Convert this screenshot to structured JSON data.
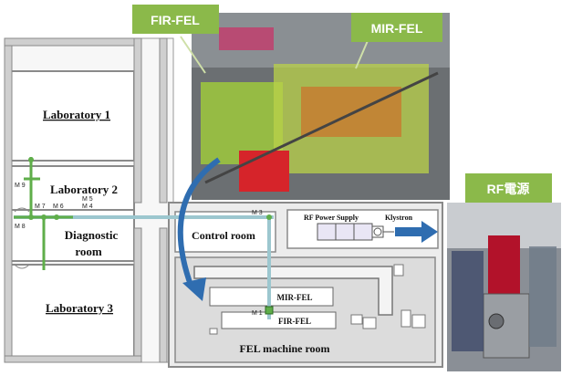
{
  "rooms": {
    "lab1": "Laboratory 1",
    "lab2": "Laboratory 2",
    "diag_line1": "Diagnostic",
    "diag_line2": "room",
    "lab3": "Laboratory 3",
    "control": "Control room",
    "machine": "FEL machine room"
  },
  "machine_lines": {
    "mir": "MIR-FEL",
    "fir": "FIR-FEL"
  },
  "rf": {
    "power_supply": "RF Power Supply",
    "klystron": "Klystron"
  },
  "photo_tags": {
    "fir": "FIR-FEL",
    "mir": "MIR-FEL",
    "rf": "RF電源"
  },
  "mirror_labels": {
    "m1": "M 1",
    "m3": "M 3",
    "m4": "M 4",
    "m5": "M 5",
    "m6": "M 6",
    "m7": "M 7",
    "m8": "M 8",
    "m9": "M 9"
  },
  "colors": {
    "tag_green": "#8bb94a",
    "beamline": "#9cc7cf",
    "arrow_blue": "#2f6db0",
    "wall_gray": "#bfbfbf",
    "machine_fill": "#d9d9d9"
  }
}
